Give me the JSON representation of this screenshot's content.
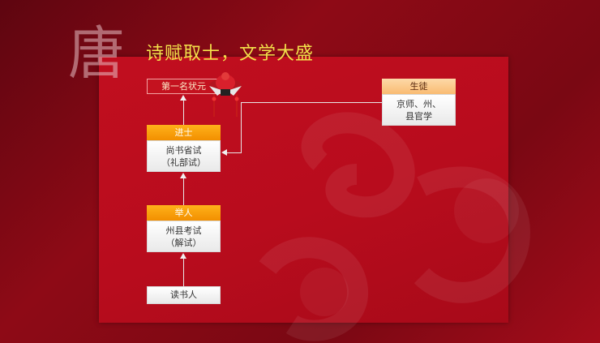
{
  "slide": {
    "big_char": "唐",
    "title": "诗赋取士，文学大盛"
  },
  "nodes": {
    "zhuangyuan": "第一名状元",
    "jinshi_header": "进士",
    "jinshi_body_line1": "尚书省试",
    "jinshi_body_line2": "（礼部试）",
    "juren_header": "举人",
    "juren_body_line1": "州县考试",
    "juren_body_line2": "（解试）",
    "dushuren": "读书人",
    "shengtu_header": "生徒",
    "shengtu_body_line1": "京师、州、",
    "shengtu_body_line2": "县官学"
  },
  "colors": {
    "background_dark": "#6a0711",
    "panel_red": "#c10e1f",
    "header_orange": "#f7a10a",
    "header_peach": "#fbc98a",
    "title_yellow": "#f2e14a",
    "zhuangyuan_red": "#c4121f"
  },
  "icons": {
    "hat": "scholar-hat-icon"
  }
}
